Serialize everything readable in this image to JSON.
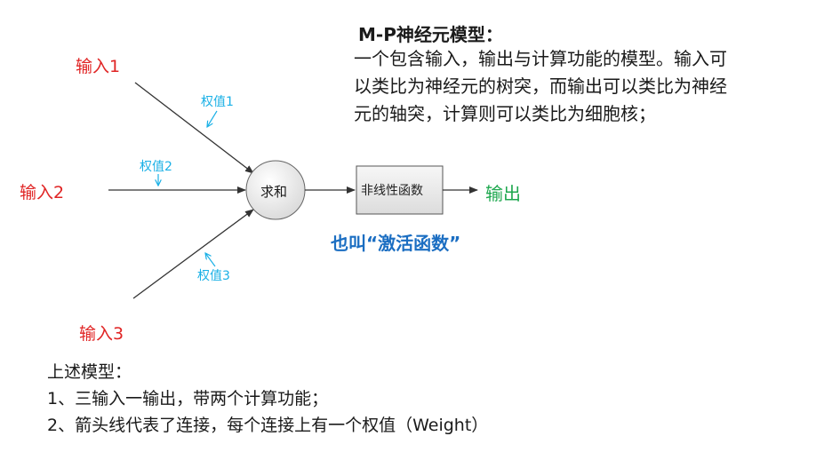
{
  "description": {
    "title": "M-P神经元模型：",
    "lines": [
      "一个包含输入，输出与计算功能的模型。输入可",
      "以类比为神经元的树突，而输出可以类比为神经",
      "元的轴突，计算则可以类比为细胞核；"
    ]
  },
  "inputs": [
    "输入1",
    "输入2",
    "输入3"
  ],
  "weights": [
    "权值1",
    "权值2",
    "权值3"
  ],
  "sum_node": "求和",
  "activation_box": "非线性函数",
  "output": "输出",
  "alias": "也叫“激活函数”",
  "notes": {
    "title": "上述模型：",
    "items": [
      "1、三输入一输出，带两个计算功能；",
      "2、箭头线代表了连接，每个连接上有一个权值（Weight）"
    ]
  },
  "colors": {
    "input": "#e02424",
    "weight": "#1ab0e6",
    "output": "#1fa84f",
    "alias": "#1b6ec2"
  }
}
